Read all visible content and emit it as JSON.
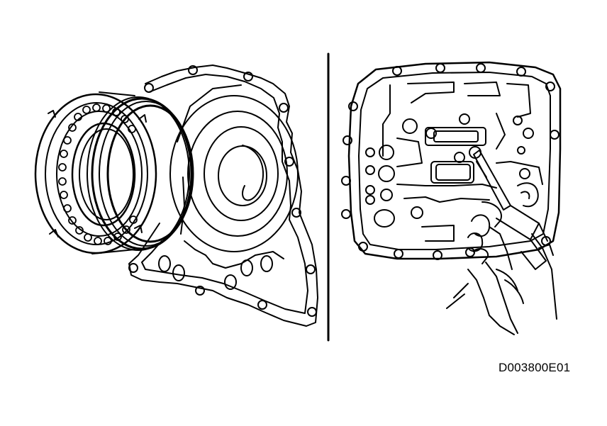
{
  "figure": {
    "code": "D003800E01"
  },
  "colors": {
    "ink": "#000000",
    "paper": "#ffffff"
  },
  "panels": [
    {
      "id": "left",
      "icon": "clutch-drum-and-case-icon"
    },
    {
      "id": "right",
      "icon": "valve-body-air-gun-icon"
    }
  ]
}
